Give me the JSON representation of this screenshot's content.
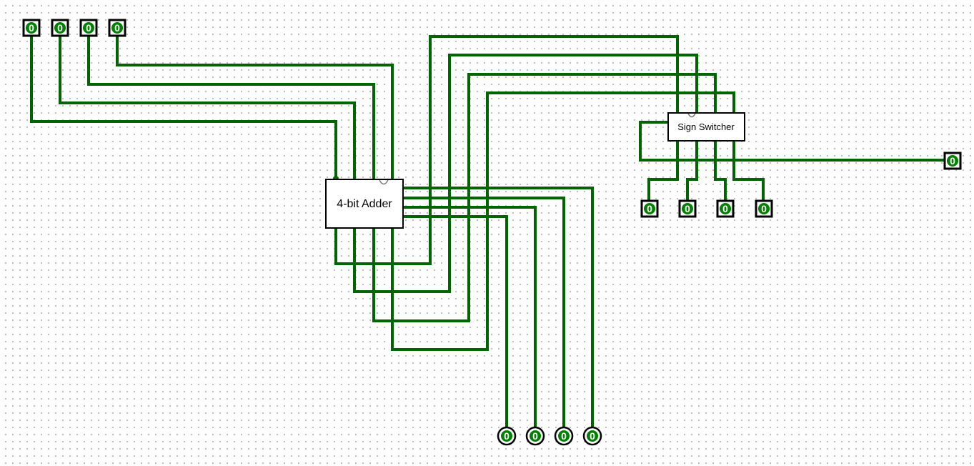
{
  "colors": {
    "wire": "#006400",
    "bit_fill": "#008000",
    "bit_text": "#ffffff",
    "border": "#000000",
    "background": "#ffffff",
    "grid_dot": "#b8b8b8"
  },
  "components": {
    "adder": {
      "label": "4-bit Adder"
    },
    "sign_switcher": {
      "label": "Sign Switcher"
    }
  },
  "input_pins": [
    {
      "id": "in-a0",
      "value": "0"
    },
    {
      "id": "in-a1",
      "value": "0"
    },
    {
      "id": "in-a2",
      "value": "0"
    },
    {
      "id": "in-a3",
      "value": "0"
    }
  ],
  "sign_control_pin": {
    "id": "sign-control",
    "value": "0"
  },
  "sign_output_pins": [
    {
      "id": "sign-out-0",
      "value": "0"
    },
    {
      "id": "sign-out-1",
      "value": "0"
    },
    {
      "id": "sign-out-2",
      "value": "0"
    },
    {
      "id": "sign-out-3",
      "value": "0"
    }
  ],
  "adder_output_pins": [
    {
      "id": "sum-out-0",
      "value": "0"
    },
    {
      "id": "sum-out-1",
      "value": "0"
    },
    {
      "id": "sum-out-2",
      "value": "0"
    },
    {
      "id": "sum-out-3",
      "value": "0"
    }
  ]
}
